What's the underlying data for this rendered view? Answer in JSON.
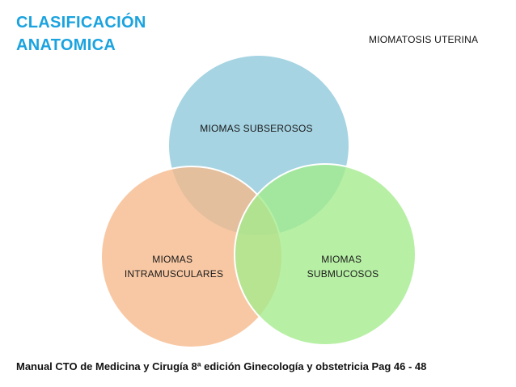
{
  "title": {
    "line1": "CLASIFICACIÓN",
    "line2": "ANATOMICA"
  },
  "subject": "MIOMATOSIS UTERINA",
  "diagram": {
    "circles": [
      {
        "id": "subserosos",
        "label_lines": [
          "MIOMAS SUBSEROSOS"
        ],
        "color": "#92cadd"
      },
      {
        "id": "intramusculares",
        "label_lines": [
          "MIOMAS",
          "INTRAMUSCULARES"
        ],
        "color": "#f6b98b"
      },
      {
        "id": "submucosos",
        "label_lines": [
          "MIOMAS",
          "SUBMUCOSOS"
        ],
        "color": "#a3ec8c"
      }
    ]
  },
  "citation": "Manual CTO de Medicina y Cirugía 8ª edición Ginecología y obstetricia Pag 46 - 48"
}
